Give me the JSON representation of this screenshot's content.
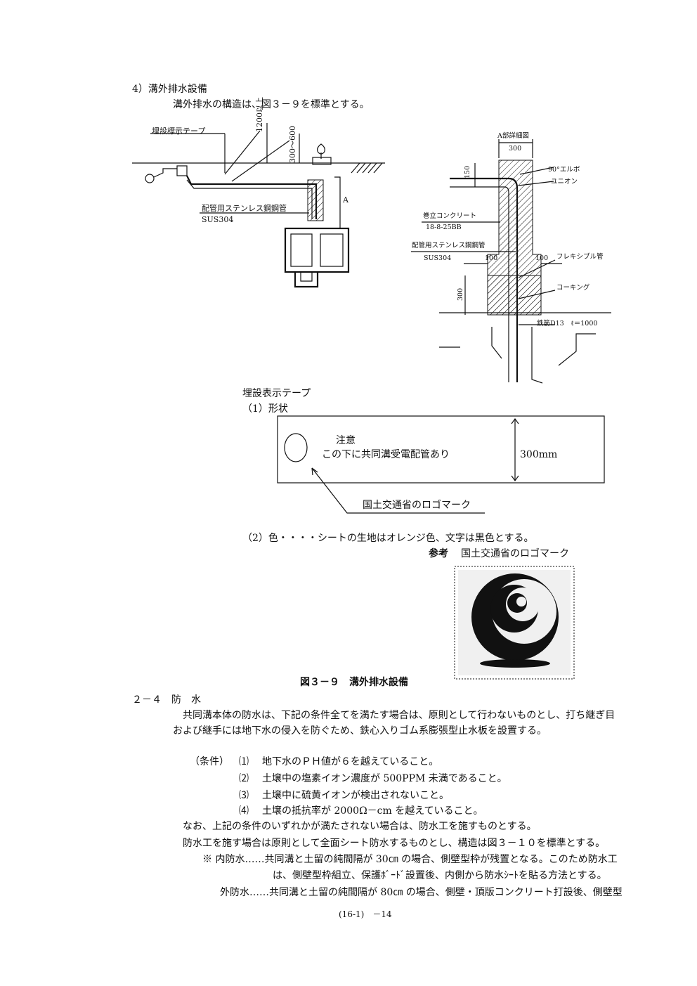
{
  "section_4": {
    "heading": "4）溝外排水設備",
    "intro": "溝外排水の構造は、図３－９を標準とする。"
  },
  "figure_left": {
    "tape_label": "埋設標示テープ",
    "depth_label": "1200以上",
    "range_label": "300～600",
    "a_label": "A",
    "pipe_label": "配管用ステンレス鋼鋼管",
    "pipe_material": "SUS304"
  },
  "figure_right": {
    "title": "A部詳細図",
    "dim_300": "300",
    "dim_150": "150",
    "elbow": "90°エルボ",
    "union": "ユニオン",
    "concrete": "巻立コンクリート",
    "concrete_spec": "18-8-25BB",
    "pipe_label": "配管用ステンレス鋼鋼管",
    "pipe_material": "SUS304",
    "dim_100_left": "100",
    "dim_100_right": "100",
    "flexible": "フレキシブル管",
    "caulking": "コーキング",
    "dim_300_v": "300",
    "rebar": "鉄筋D13　ℓ＝1000"
  },
  "tape": {
    "title": "埋設表示テープ",
    "shape_heading": "（1）形状",
    "caution": "注意",
    "caution_text": "この下に共同溝受電配管あり",
    "height": "300mm",
    "logo_label": "国土交通省のロゴマーク",
    "color_line": "（2）色・・・・シートの生地はオレンジ色、文字は黒色とする。",
    "ref_bold": "参考",
    "ref_text": "国土交通省のロゴマーク"
  },
  "figure_caption": "図３－９　溝外排水設備",
  "section_2_4": {
    "heading": "２－４　防　水",
    "para1_line1": "共同溝本体の防水は、下記の条件全てを満たす場合は、原則として行わないものとし、打ち継ぎ目",
    "para1_line2": "および継手には地下水の侵入を防ぐため、鉄心入りゴム系膨張型止水板を設置する。",
    "cond_label": "（条件）",
    "conditions": [
      {
        "num": "⑴",
        "text": "地下水のＰＨ値が６を越えていること。"
      },
      {
        "num": "⑵",
        "text": "土壌中の塩素イオン濃度が 500PPM 未満であること。"
      },
      {
        "num": "⑶",
        "text": "土壌中に硫黄イオンが検出されないこと。"
      },
      {
        "num": "⑷",
        "text": "土壌の抵抗率が 2000Ω－cm を越えていること。"
      }
    ],
    "note1": "なお、上記の条件のいずれかが満たされない場合は、防水工を施すものとする。",
    "note2": "防水工を施す場合は原則として全面シート防水するものとし、構造は図３－１０を標準とする。",
    "inner_line1": "※ 内防水……共同溝と土留の純間隔が 30㎝ の場合、側壁型枠が残置となる。このため防水工",
    "inner_line2": "は、側壁型枠組立、保護ﾎﾞｰﾄﾞ設置後、内側から防水ｼｰﾄを貼る方法とする。",
    "outer_line1": "外防水……共同溝と土留の純間隔が 80㎝ の場合、側壁・頂版コンクリート打設後、側壁型"
  },
  "page_number": "(16-1)　－14"
}
